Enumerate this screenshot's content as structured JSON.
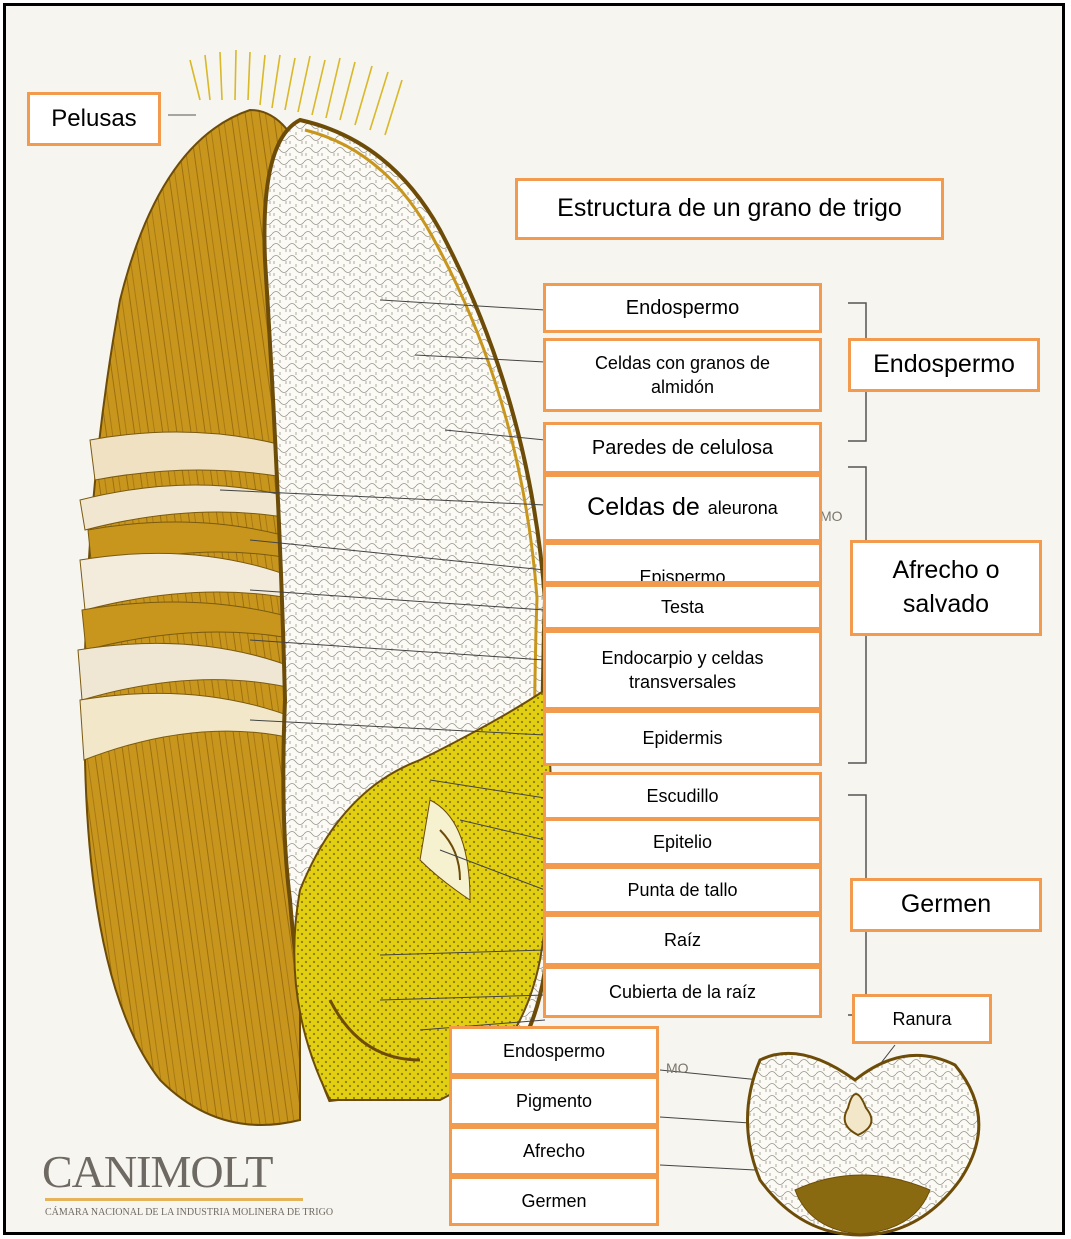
{
  "title": "Estructura de un grano de trigo",
  "labels": {
    "pelusas": "Pelusas",
    "endospermo": "Endospermo",
    "celdas_almidon": "Celdas con granos de almidón",
    "paredes_celulosa": "Paredes de celulosa",
    "celdas_aleurona_big": "Celdas de",
    "celdas_aleurona_small": "aleurona",
    "epispermo": "Epispermo",
    "testa": "Testa",
    "endocarpio": "Endocarpio y celdas transversales",
    "epidermis": "Epidermis",
    "escudillo": "Escudillo",
    "epitelio": "Epitelio",
    "punta_tallo": "Punta de tallo",
    "raiz": "Raíz",
    "cubierta_raiz": "Cubierta de la raíz",
    "ranura": "Ranura",
    "cs_endospermo": "Endospermo",
    "cs_pigmento": "Pigmento",
    "cs_afrecho": "Afrecho",
    "cs_germen": "Germen"
  },
  "groups": {
    "endospermo": "Endospermo",
    "afrecho": "Afrecho o salvado",
    "germen": "Germen"
  },
  "logo": {
    "name": "CANIMOLT",
    "subtitle": "CÁMARA NACIONAL DE LA INDUSTRIA MOLINERA DE TRIGO"
  },
  "faint_text": {
    "mo1": "MO",
    "mo2": "MO"
  },
  "colors": {
    "label_border": "#f29a4d",
    "grain_brown": "#c8961c",
    "germ_yellow": "#e2cf12"
  }
}
